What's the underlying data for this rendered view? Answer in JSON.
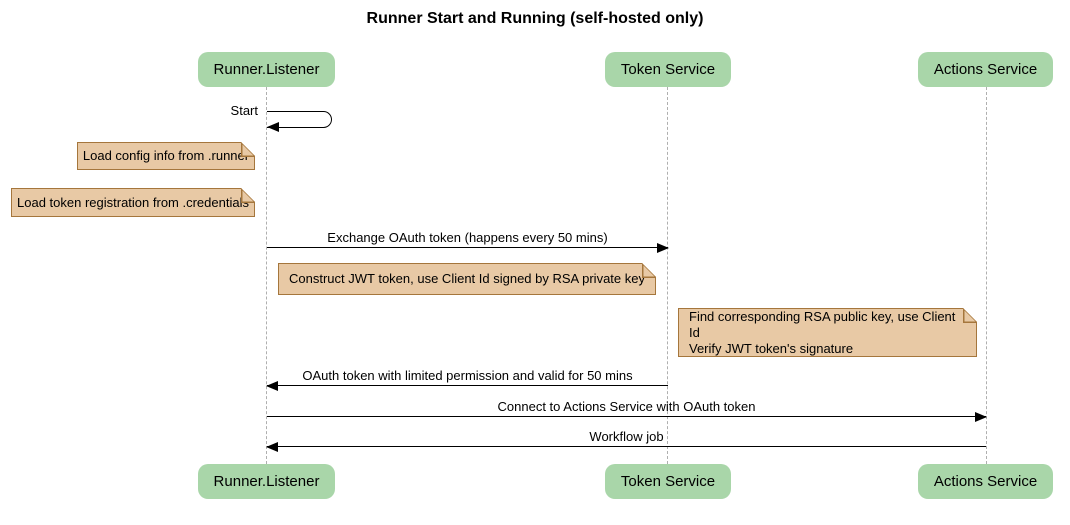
{
  "diagram": {
    "type": "sequence",
    "title": "Runner Start and Running (self-hosted only)"
  },
  "participants": [
    {
      "label": "Runner.Listener"
    },
    {
      "label": "Token Service"
    },
    {
      "label": "Actions Service"
    }
  ],
  "messages": [
    {
      "label": "Start",
      "from": "Runner.Listener",
      "to": "Runner.Listener",
      "kind": "self"
    },
    {
      "label": "Exchange OAuth token (happens every 50 mins)",
      "from": "Runner.Listener",
      "to": "Token Service",
      "direction": "right"
    },
    {
      "label": "OAuth token with limited permission and valid for 50 mins",
      "from": "Token Service",
      "to": "Runner.Listener",
      "direction": "left"
    },
    {
      "label": "Connect to Actions Service with OAuth token",
      "from": "Runner.Listener",
      "to": "Actions Service",
      "direction": "right"
    },
    {
      "label": "Workflow job",
      "from": "Actions Service",
      "to": "Runner.Listener",
      "direction": "left"
    }
  ],
  "notes": [
    {
      "text": "Load config info from .runner",
      "position": "left of Runner.Listener"
    },
    {
      "text": "Load token registration from .credentials",
      "position": "left of Runner.Listener"
    },
    {
      "text": "Construct JWT token, use Client Id signed by RSA private key",
      "position": "over Runner.Listener to Token Service"
    },
    {
      "text": "Find corresponding RSA public key, use Client Id\nVerify JWT token's signature",
      "position": "over Token Service to Actions Service"
    }
  ],
  "colors": {
    "participant_fill": "#A9D6A9",
    "note_fill": "#E8C9A5",
    "note_border": "#A5763C",
    "lifeline": "#AFAFAF",
    "arrow": "#000000",
    "text": "#000000",
    "background": "#FFFFFF"
  }
}
